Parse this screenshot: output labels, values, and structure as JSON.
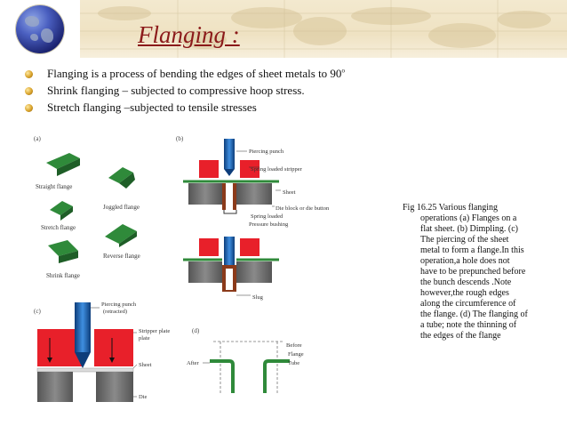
{
  "slide": {
    "title": "Flanging :",
    "bullets": [
      {
        "text": "Flanging is a process of bending the edges of sheet metals to 90",
        "sup": "o"
      },
      {
        "text": "Shrink flanging – subjected to compressive hoop stress.",
        "sup": ""
      },
      {
        "text": "Stretch flanging –subjected to tensile stresses",
        "sup": ""
      }
    ]
  },
  "figure": {
    "panel_a": {
      "label": "(a)",
      "labels": [
        "Straight flange",
        "Joggled flange",
        "Stretch flange",
        "Reverse flange",
        "Shrink flange"
      ]
    },
    "panel_b": {
      "label": "(b)",
      "labels": [
        "Piercing punch",
        "Spring loaded stripper",
        "Sheet",
        "Die block or die button",
        "Spring loaded",
        "Pressure bushing",
        "Slug"
      ]
    },
    "panel_c": {
      "label": "(c)",
      "labels": [
        "Piercing punch",
        "(retracted)",
        "Stripper plate",
        "Sheet",
        "Die"
      ]
    },
    "panel_d": {
      "label": "(d)",
      "labels": [
        "Before",
        "Flange",
        "Tube",
        "After"
      ]
    }
  },
  "caption": {
    "first": "Fig 16.25 Various flanging",
    "lines": [
      "operations (a) Flanges on a",
      "flat sheet. (b) Dimpling. (c)",
      "The piercing of the sheet",
      "metal to form a flange.In this",
      "operation,a hole does not",
      "have to be prepunched before",
      "the bunch descends .Note",
      "however,the rough edges",
      "along the circumference of",
      "the flange. (d) The flanging of",
      "a tube; note the thinning of",
      "the edges of the flange"
    ]
  },
  "colors": {
    "title": "#8b1a1a",
    "flange_green": "#2f8a3a",
    "die_red": "#e8202a",
    "punch_blue": "#1f6fb8",
    "grey_block": "#6d6d6d"
  }
}
